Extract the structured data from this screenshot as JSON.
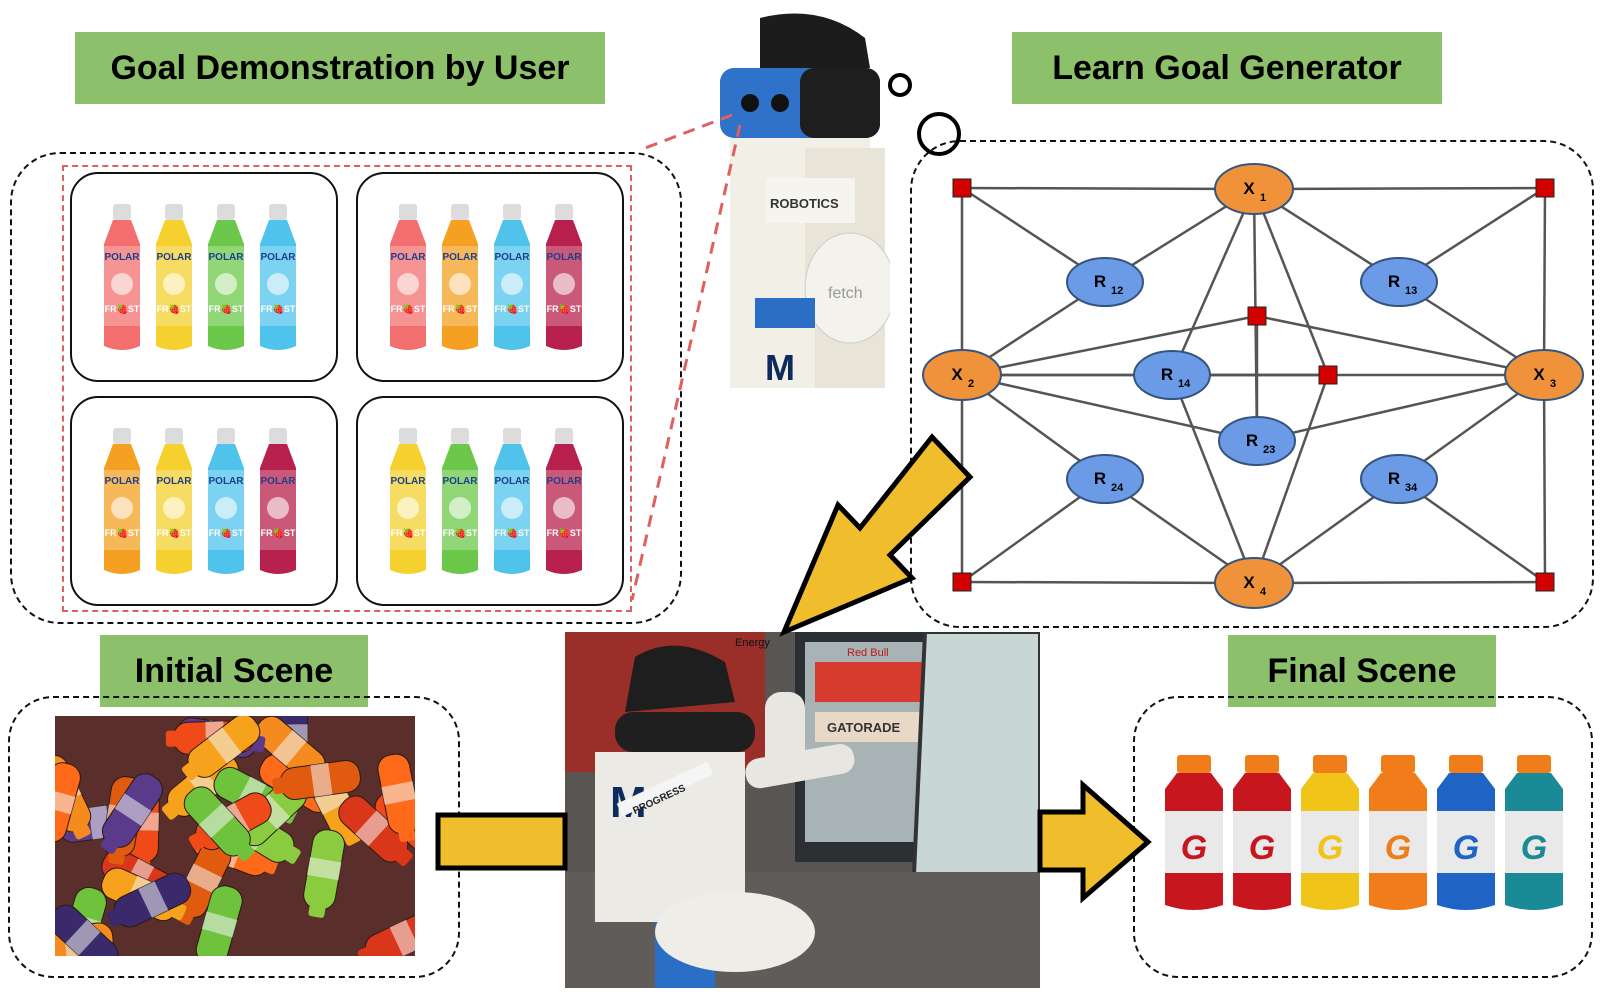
{
  "titles": {
    "goal_demo": "Goal Demonstration by User",
    "learn_goal": "Learn Goal Generator",
    "initial_scene": "Initial Scene",
    "final_scene": "Final Scene"
  },
  "robot_head_photo": {
    "labels": [
      "ROBOTICS",
      "fetch",
      "M"
    ]
  },
  "demo_cards": [
    {
      "bottles": [
        {
          "brand": "POLAR",
          "flavor": "FR🍓ST",
          "color": "#f36f6f",
          "cap": "#dcdcdc"
        },
        {
          "brand": "POLAR",
          "flavor": "FR🍓ST",
          "color": "#f5d130",
          "cap": "#dcdcdc"
        },
        {
          "brand": "POLAR",
          "flavor": "FR🍓ST",
          "color": "#6cc84a",
          "cap": "#dcdcdc"
        },
        {
          "brand": "POLAR",
          "flavor": "FR🍓ST",
          "color": "#4fc3ec",
          "cap": "#dcdcdc"
        }
      ]
    },
    {
      "bottles": [
        {
          "brand": "POLAR",
          "flavor": "FR🍓ST",
          "color": "#f36f6f",
          "cap": "#dcdcdc"
        },
        {
          "brand": "POLAR",
          "flavor": "FR🍓ST",
          "color": "#f5a023",
          "cap": "#dcdcdc"
        },
        {
          "brand": "POLAR",
          "flavor": "FR🍓ST",
          "color": "#4fc3ec",
          "cap": "#dcdcdc"
        },
        {
          "brand": "POLAR",
          "flavor": "FR🍓ST",
          "color": "#b8204d",
          "cap": "#dcdcdc"
        }
      ]
    },
    {
      "bottles": [
        {
          "brand": "POLAR",
          "flavor": "FR🍓ST",
          "color": "#f5a023",
          "cap": "#dcdcdc"
        },
        {
          "brand": "POLAR",
          "flavor": "FR🍓ST",
          "color": "#f5d130",
          "cap": "#dcdcdc"
        },
        {
          "brand": "POLAR",
          "flavor": "FR🍓ST",
          "color": "#4fc3ec",
          "cap": "#dcdcdc"
        },
        {
          "brand": "POLAR",
          "flavor": "FR🍓ST",
          "color": "#b8204d",
          "cap": "#dcdcdc"
        }
      ]
    },
    {
      "bottles": [
        {
          "brand": "POLAR",
          "flavor": "FR🍓ST",
          "color": "#f5d130",
          "cap": "#dcdcdc"
        },
        {
          "brand": "POLAR",
          "flavor": "FR🍓ST",
          "color": "#6cc84a",
          "cap": "#dcdcdc"
        },
        {
          "brand": "POLAR",
          "flavor": "FR🍓ST",
          "color": "#4fc3ec",
          "cap": "#dcdcdc"
        },
        {
          "brand": "POLAR",
          "flavor": "FR🍓ST",
          "color": "#b8204d",
          "cap": "#dcdcdc"
        }
      ]
    }
  ],
  "graph": {
    "object_nodes": [
      {
        "id": "X1",
        "label": "X",
        "sub": "1"
      },
      {
        "id": "X2",
        "label": "X",
        "sub": "2"
      },
      {
        "id": "X3",
        "label": "X",
        "sub": "3"
      },
      {
        "id": "X4",
        "label": "X",
        "sub": "4"
      }
    ],
    "relation_nodes": [
      {
        "id": "R12",
        "label": "R",
        "sub": "12"
      },
      {
        "id": "R13",
        "label": "R",
        "sub": "13"
      },
      {
        "id": "R14",
        "label": "R",
        "sub": "14"
      },
      {
        "id": "R23",
        "label": "R",
        "sub": "23"
      },
      {
        "id": "R24",
        "label": "R",
        "sub": "24"
      },
      {
        "id": "R34",
        "label": "R",
        "sub": "34"
      }
    ],
    "factor_nodes": [
      "F_TL",
      "F_TR",
      "F_BL",
      "F_BR",
      "F_C1",
      "F_C2"
    ],
    "edges": [
      [
        "F_TL",
        "X1"
      ],
      [
        "X1",
        "F_TR"
      ],
      [
        "F_TL",
        "X2"
      ],
      [
        "F_TR",
        "X3"
      ],
      [
        "F_BL",
        "X4"
      ],
      [
        "X4",
        "F_BR"
      ],
      [
        "X2",
        "F_BL"
      ],
      [
        "X3",
        "F_BR"
      ],
      [
        "F_TL",
        "R12"
      ],
      [
        "F_TR",
        "R13"
      ],
      [
        "F_BL",
        "R24"
      ],
      [
        "F_BR",
        "R34"
      ],
      [
        "X1",
        "R12"
      ],
      [
        "R12",
        "X2"
      ],
      [
        "X1",
        "R13"
      ],
      [
        "R13",
        "X3"
      ],
      [
        "X2",
        "R24"
      ],
      [
        "R24",
        "X4"
      ],
      [
        "X3",
        "R34"
      ],
      [
        "R34",
        "X4"
      ],
      [
        "X1",
        "R14"
      ],
      [
        "R14",
        "X4"
      ],
      [
        "X1",
        "R23"
      ],
      [
        "X2",
        "R23"
      ],
      [
        "R23",
        "X3"
      ],
      [
        "X2",
        "X3"
      ],
      [
        "X2",
        "F_C1"
      ],
      [
        "F_C1",
        "X3"
      ],
      [
        "X2",
        "F_C2"
      ],
      [
        "R14",
        "F_C2"
      ],
      [
        "F_C1",
        "R23"
      ],
      [
        "F_C2",
        "X4"
      ],
      [
        "F_C2",
        "X1"
      ]
    ],
    "colors": {
      "object": "#f0923a",
      "relation": "#6b9be6",
      "factor": "#d40000",
      "edge": "#555555"
    }
  },
  "store_photo": {
    "labels": [
      "Energy",
      "GATORADE",
      "Red Bull",
      "PROGRESS",
      "M"
    ]
  },
  "final_bottles": [
    {
      "brand": "G",
      "color": "#c8161e",
      "cap": "#f07c1a"
    },
    {
      "brand": "G",
      "color": "#c8161e",
      "cap": "#f07c1a"
    },
    {
      "brand": "G",
      "color": "#f0c419",
      "cap": "#f07c1a"
    },
    {
      "brand": "G",
      "color": "#f07c1a",
      "cap": "#f07c1a"
    },
    {
      "brand": "G",
      "color": "#1f63c4",
      "cap": "#f07c1a"
    },
    {
      "brand": "G",
      "color": "#1a8a96",
      "cap": "#f07c1a"
    }
  ],
  "arrow_color": "#f0bd2c"
}
